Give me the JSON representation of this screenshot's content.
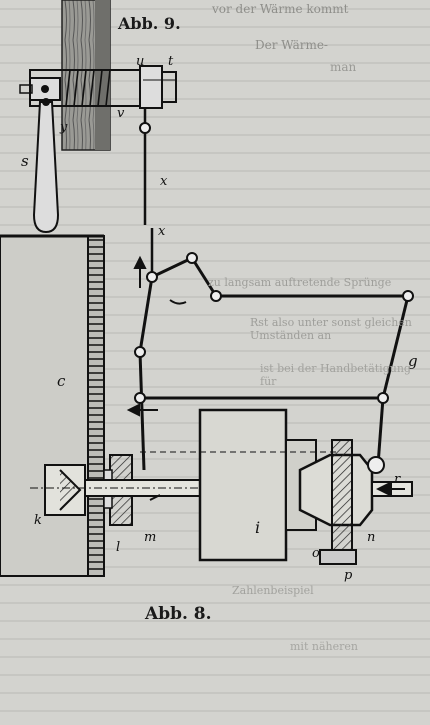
{
  "captions": {
    "fig9": "Abb. 9.",
    "fig8": "Abb. 8."
  },
  "labels": {
    "s": "s",
    "y": "y",
    "v": "v",
    "u": "u",
    "t": "t",
    "x_top": "x",
    "x_mid": "x",
    "c": "c",
    "k": "k",
    "l": "l",
    "m": "m",
    "i": "i",
    "g": "g",
    "r": "r",
    "n": "n",
    "o": "o",
    "p": "p"
  },
  "bleed_text": {
    "r1": "vor der Wärme kommt",
    "r2": "Der Wärme-",
    "r3": "man",
    "r4": "zu langsam auftretende Sprünge",
    "r5": "Rst also unter sonst gleichen Umständen an",
    "r6": "ist bei der Handbetätigung für",
    "r7": "Zahlenbeispiel",
    "r8": "mit näheren"
  },
  "colors": {
    "paper": "#d3d3cf",
    "ink": "#151515",
    "wood": "#8a8a86"
  }
}
